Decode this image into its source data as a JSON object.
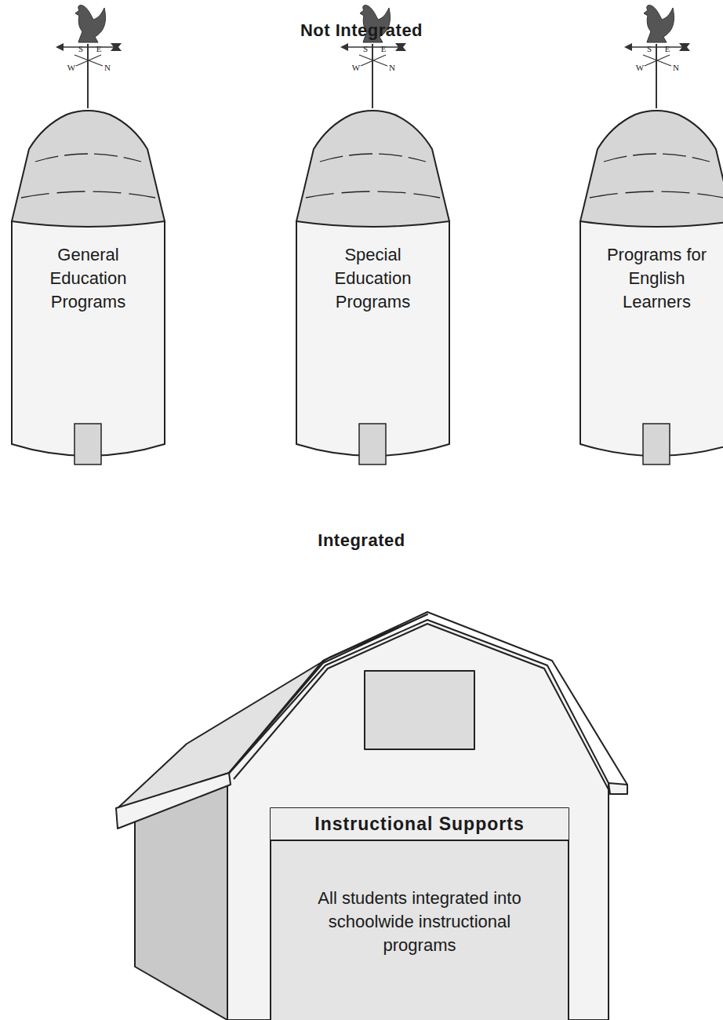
{
  "diagram": {
    "nodes": [
      {
        "text": [
          "General Education Programs"
        ]
      },
      {
        "text": [
          "Special Education Programs"
        ]
      },
      {
        "text": [
          "Programs for English Learners"
        ]
      },
      {
        "text": [
          "Instructional Supports",
          "All students integrated into schoolwide instructional programs"
        ]
      }
    ],
    "labels": [
      "Not Integrated",
      "S",
      "E",
      "W",
      "N",
      "S",
      "E",
      "W",
      "N",
      "S",
      "E",
      "W",
      "N",
      "Integrated"
    ]
  }
}
